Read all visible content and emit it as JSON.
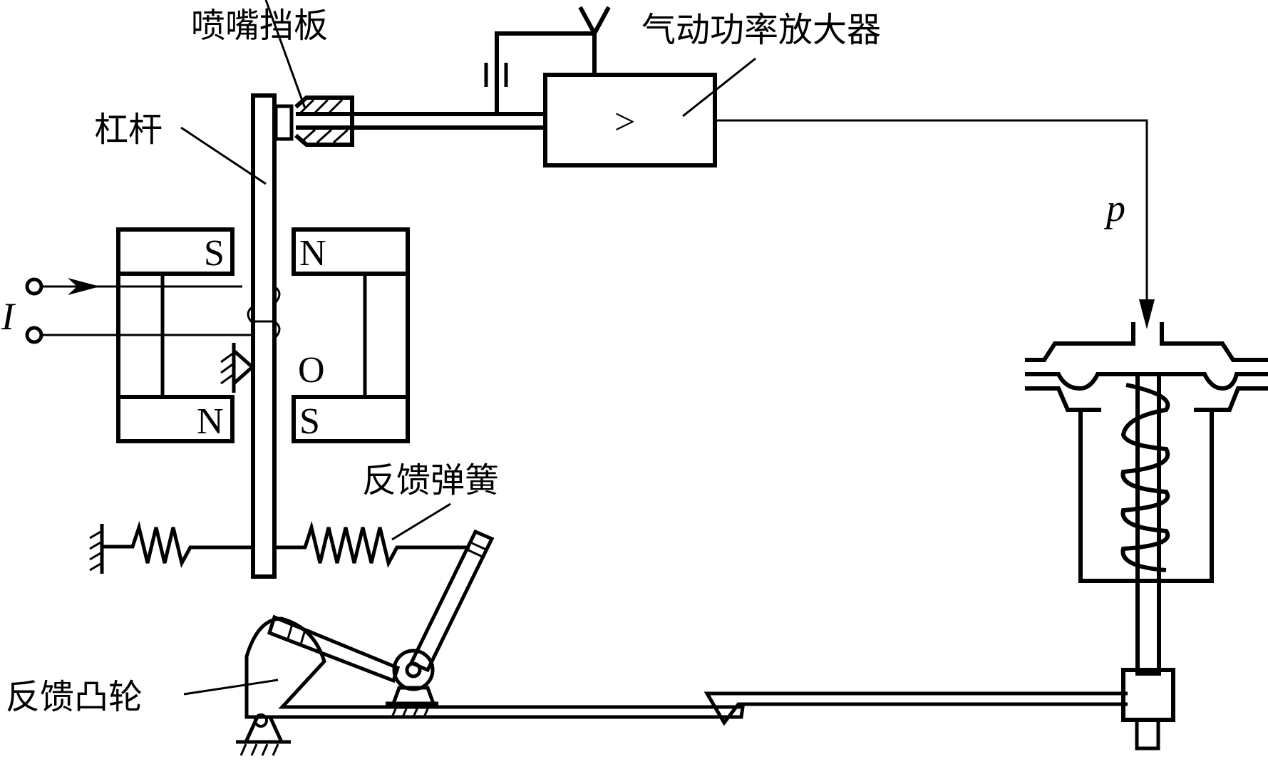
{
  "title": "Electro-pneumatic valve positioner (force-balance) schematic",
  "labels": {
    "nozzle_flapper": "喷嘴挡板",
    "pneumatic_amplifier": "气动功率放大器",
    "lever": "杠杆",
    "feedback_spring": "反馈弹簧",
    "feedback_cam": "反馈凸轮",
    "input_current": "I",
    "output_pressure": "p",
    "pivot": "O",
    "amplifier_symbol": ">"
  },
  "magnets": {
    "left_top": "S",
    "left_bottom": "N",
    "right_top": "N",
    "right_bottom": "S"
  },
  "colors": {
    "stroke": "#000000",
    "background": "#ffffff"
  }
}
